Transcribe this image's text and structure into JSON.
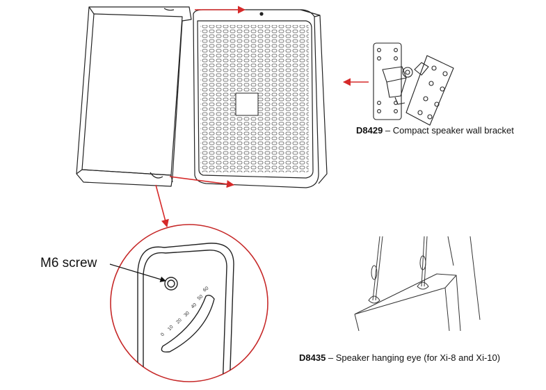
{
  "labels": {
    "m6_screw": "M6 screw",
    "bracket_code": "D8429",
    "bracket_desc": " – Compact speaker wall bracket",
    "eye_code": "D8435",
    "eye_desc": " – Speaker hanging eye (for Xi-8 and Xi-10)"
  },
  "angle_scale": [
    "0",
    "10",
    "20",
    "30",
    "40",
    "50",
    "60"
  ],
  "colors": {
    "arrow": "#d62a2a",
    "circle": "#c62828",
    "line": "#222222"
  }
}
